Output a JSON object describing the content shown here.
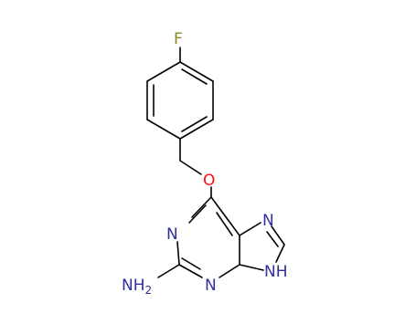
{
  "molecule": {
    "atoms": {
      "fluorine": "F",
      "oxygen": "O",
      "n1": "N",
      "n3": "N",
      "n7": "N",
      "n9": "NH",
      "amine_n": "N",
      "amine_h": "H",
      "amine_sub": "2"
    }
  },
  "colors": {
    "fluorine": "#8a8a20",
    "oxygen": "#ff0d0d",
    "nitrogen": "#2f2f9e",
    "bond": "#000000"
  }
}
